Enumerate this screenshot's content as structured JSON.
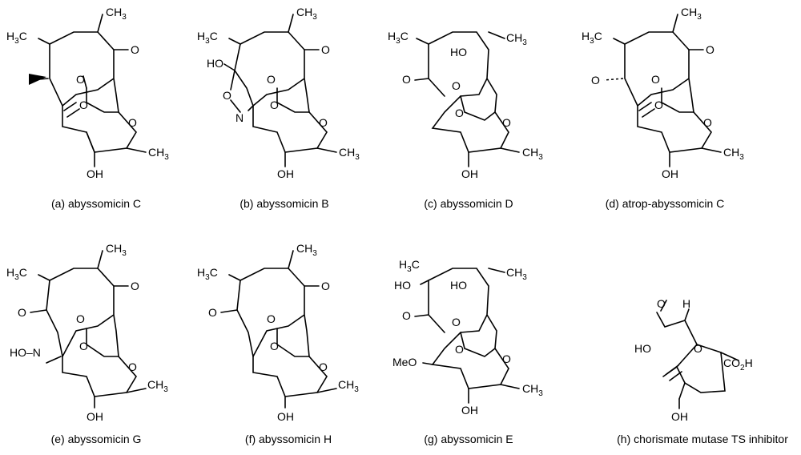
{
  "figure": {
    "panels": [
      {
        "caption": "(a) abyssomicin C"
      },
      {
        "caption": "(b) abyssomicin B"
      },
      {
        "caption": "(c) abyssomicin D"
      },
      {
        "caption": "(d) atrop-abyssomicin C"
      },
      {
        "caption": "(e) abyssomicin G"
      },
      {
        "caption": "(f) abyssomicin H"
      },
      {
        "caption": "(g) abyssomicin E"
      },
      {
        "caption": "(h) chorismate mutase TS inhibitor"
      }
    ],
    "atom_labels": {
      "methyl": "CH",
      "methyl_sub": "3",
      "methyl_left": "H",
      "methyl_left_sub": "3",
      "methyl_left_c": "C",
      "oxygen": "O",
      "hydroxyl": "OH",
      "hydroxyl_left": "HO",
      "nitrogen": "N",
      "oxime": "HO",
      "methoxy": "MeO",
      "hydrogen": "H",
      "carboxyl_left": "HO",
      "carboxyl_ester": "CO",
      "carboxyl_sub": "2",
      "carboxyl_h": "H"
    },
    "colors": {
      "ink": "#000000",
      "background": "#ffffff"
    }
  }
}
